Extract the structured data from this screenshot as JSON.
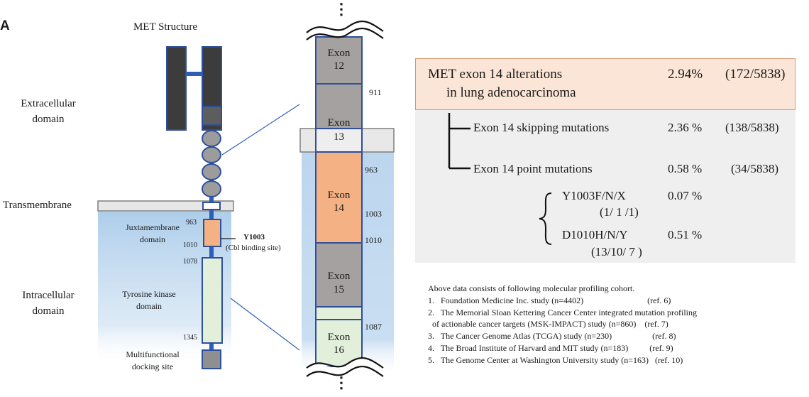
{
  "panel_letter": "A",
  "structure": {
    "title": "MET Structure",
    "domains": {
      "extracellular": [
        "Extracellular",
        "domain"
      ],
      "transmembrane": "Transmembrane",
      "intracellular": [
        "Intracellular",
        "domain"
      ]
    },
    "sub_domains": {
      "juxtamembrane": [
        "Juxtamembrane",
        "domain"
      ],
      "kinase": [
        "Tyrosine kinase",
        "domain"
      ],
      "docking": [
        "Multifunctional",
        "docking site"
      ]
    },
    "positions": [
      "963",
      "1010",
      "1078",
      "1345"
    ],
    "y1003": {
      "name": "Y1003",
      "note": "(Cbl binding site)"
    }
  },
  "exons": {
    "labels": [
      [
        "Exon",
        "12"
      ],
      [
        "Exon",
        "13"
      ],
      [
        "Exon",
        "14"
      ],
      [
        "Exon",
        "15"
      ],
      [
        "Exon",
        "16"
      ]
    ],
    "positions": [
      "911",
      "963",
      "1003",
      "1010",
      "1087"
    ],
    "ellipsis": "⋮"
  },
  "alterations": {
    "main": {
      "label_line1": "MET exon 14 alterations",
      "label_line2": "in lung adenocarcinoma",
      "pct": "2.94%",
      "count": "(172/5838)"
    },
    "skipping": {
      "label": "Exon 14 skipping mutations",
      "pct": "2.36 %",
      "count": "(138/5838)"
    },
    "point": {
      "label": "Exon 14 point mutations",
      "pct": "0.58 %",
      "count": "(34/5838)"
    },
    "y1003": {
      "label": "Y1003F/N/X",
      "sub": "(1/ 1 /1)",
      "pct": "0.07 %"
    },
    "d1010": {
      "label": "D1010H/N/Y",
      "sub": "(13/10/ 7 )",
      "pct": "0.51 %"
    }
  },
  "references": {
    "intro": "Above data consists of following molecular profiling cohort.",
    "items": [
      "1.   Foundation Medicine Inc. study (n=4402)                              (ref. 6)",
      "2.   The Memorial Sloan Kettering Cancer Center integrated mutation profiling",
      "  of actionable cancer targets (MSK-IMPACT) study (n=860)    (ref. 7)",
      "3.   The Cancer Genome Atlas (TCGA) study (n=230)                   (ref. 8)",
      "4.   The Broad Institute of Harvard and MIT study (n=183)          (ref. 9)",
      "5.   The Genome Center at Washington University study (n=163)   (ref. 10)"
    ]
  },
  "colors": {
    "dark_domain": "#3c3c3c",
    "outline_blue": "#2e4f9c",
    "exon_gray": "#a6a1a1",
    "exon14_orange": "#f4b183",
    "kinase_green": "#e2efda",
    "intracellular_blue": "#bdd7ee",
    "header_peach": "#fbe5d6",
    "table_gray": "#efefef"
  }
}
